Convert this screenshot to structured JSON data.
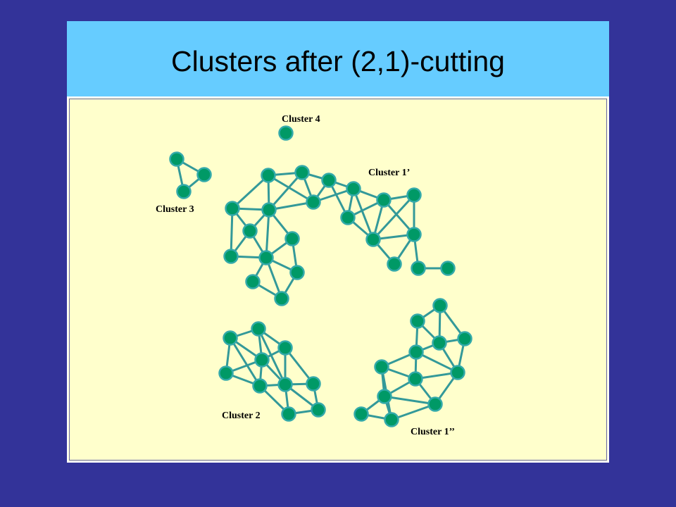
{
  "title": "Clusters after (2,1)-cutting",
  "colors": {
    "background": "#333399",
    "title_bar": "#66CCFF",
    "content": "#FFFFCC",
    "node": "#009966",
    "edge": "#339999"
  },
  "cluster_labels": {
    "cluster4": "Cluster 4",
    "cluster3": "Cluster 3",
    "cluster1p": "Cluster 1’",
    "cluster2": "Cluster 2",
    "cluster1pp": "Cluster 1’’"
  }
}
